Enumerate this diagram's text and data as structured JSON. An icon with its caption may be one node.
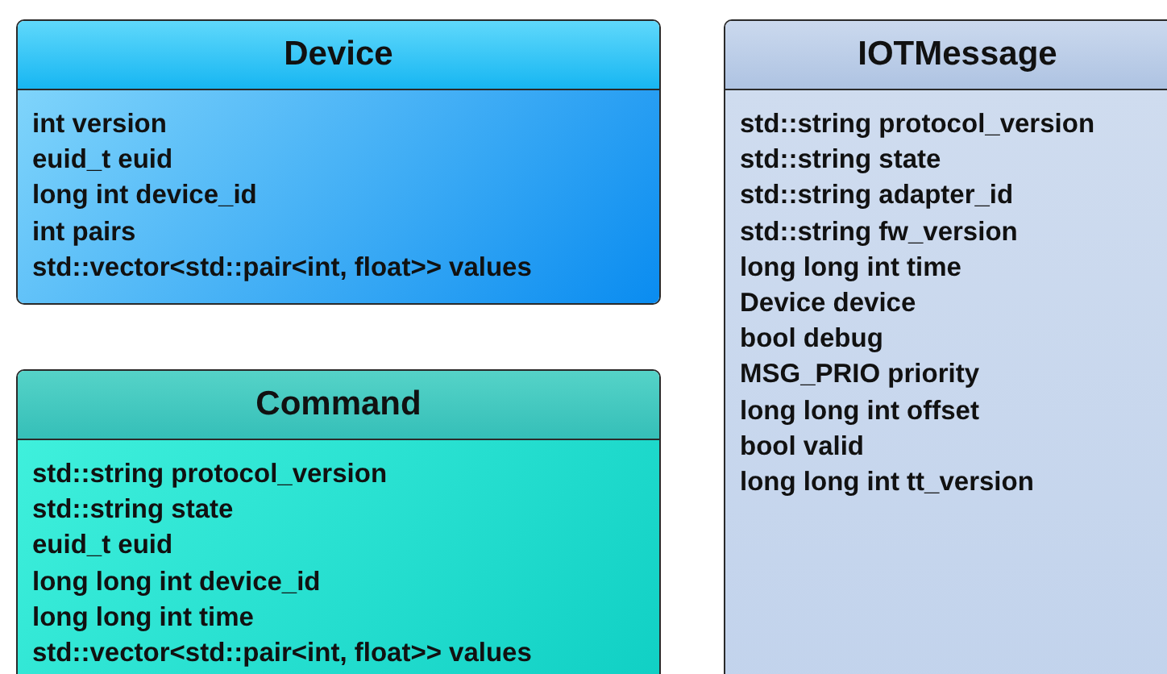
{
  "diagram": {
    "nodes": [
      {
        "text": [
          "Device",
          "int version",
          "euid_t euid",
          "long int device_id",
          "int pairs",
          "std::vector<std::pair<int, float>> values"
        ]
      },
      {
        "text": [
          "IOTMessage",
          "std::string protocol_version",
          "std::string state",
          "std::string adapter_id",
          "std::string fw_version",
          "long long int time",
          "Device device",
          "bool debug",
          "MSG_PRIO priority",
          "long long int offset",
          "bool valid",
          "long long int tt_version"
        ]
      },
      {
        "text": [
          "Command",
          "std::string protocol_version",
          "std::string state",
          "euid_t euid",
          "long long int device_id",
          "long long int time",
          "std::vector<std::pair<int, float>> values"
        ]
      }
    ]
  }
}
